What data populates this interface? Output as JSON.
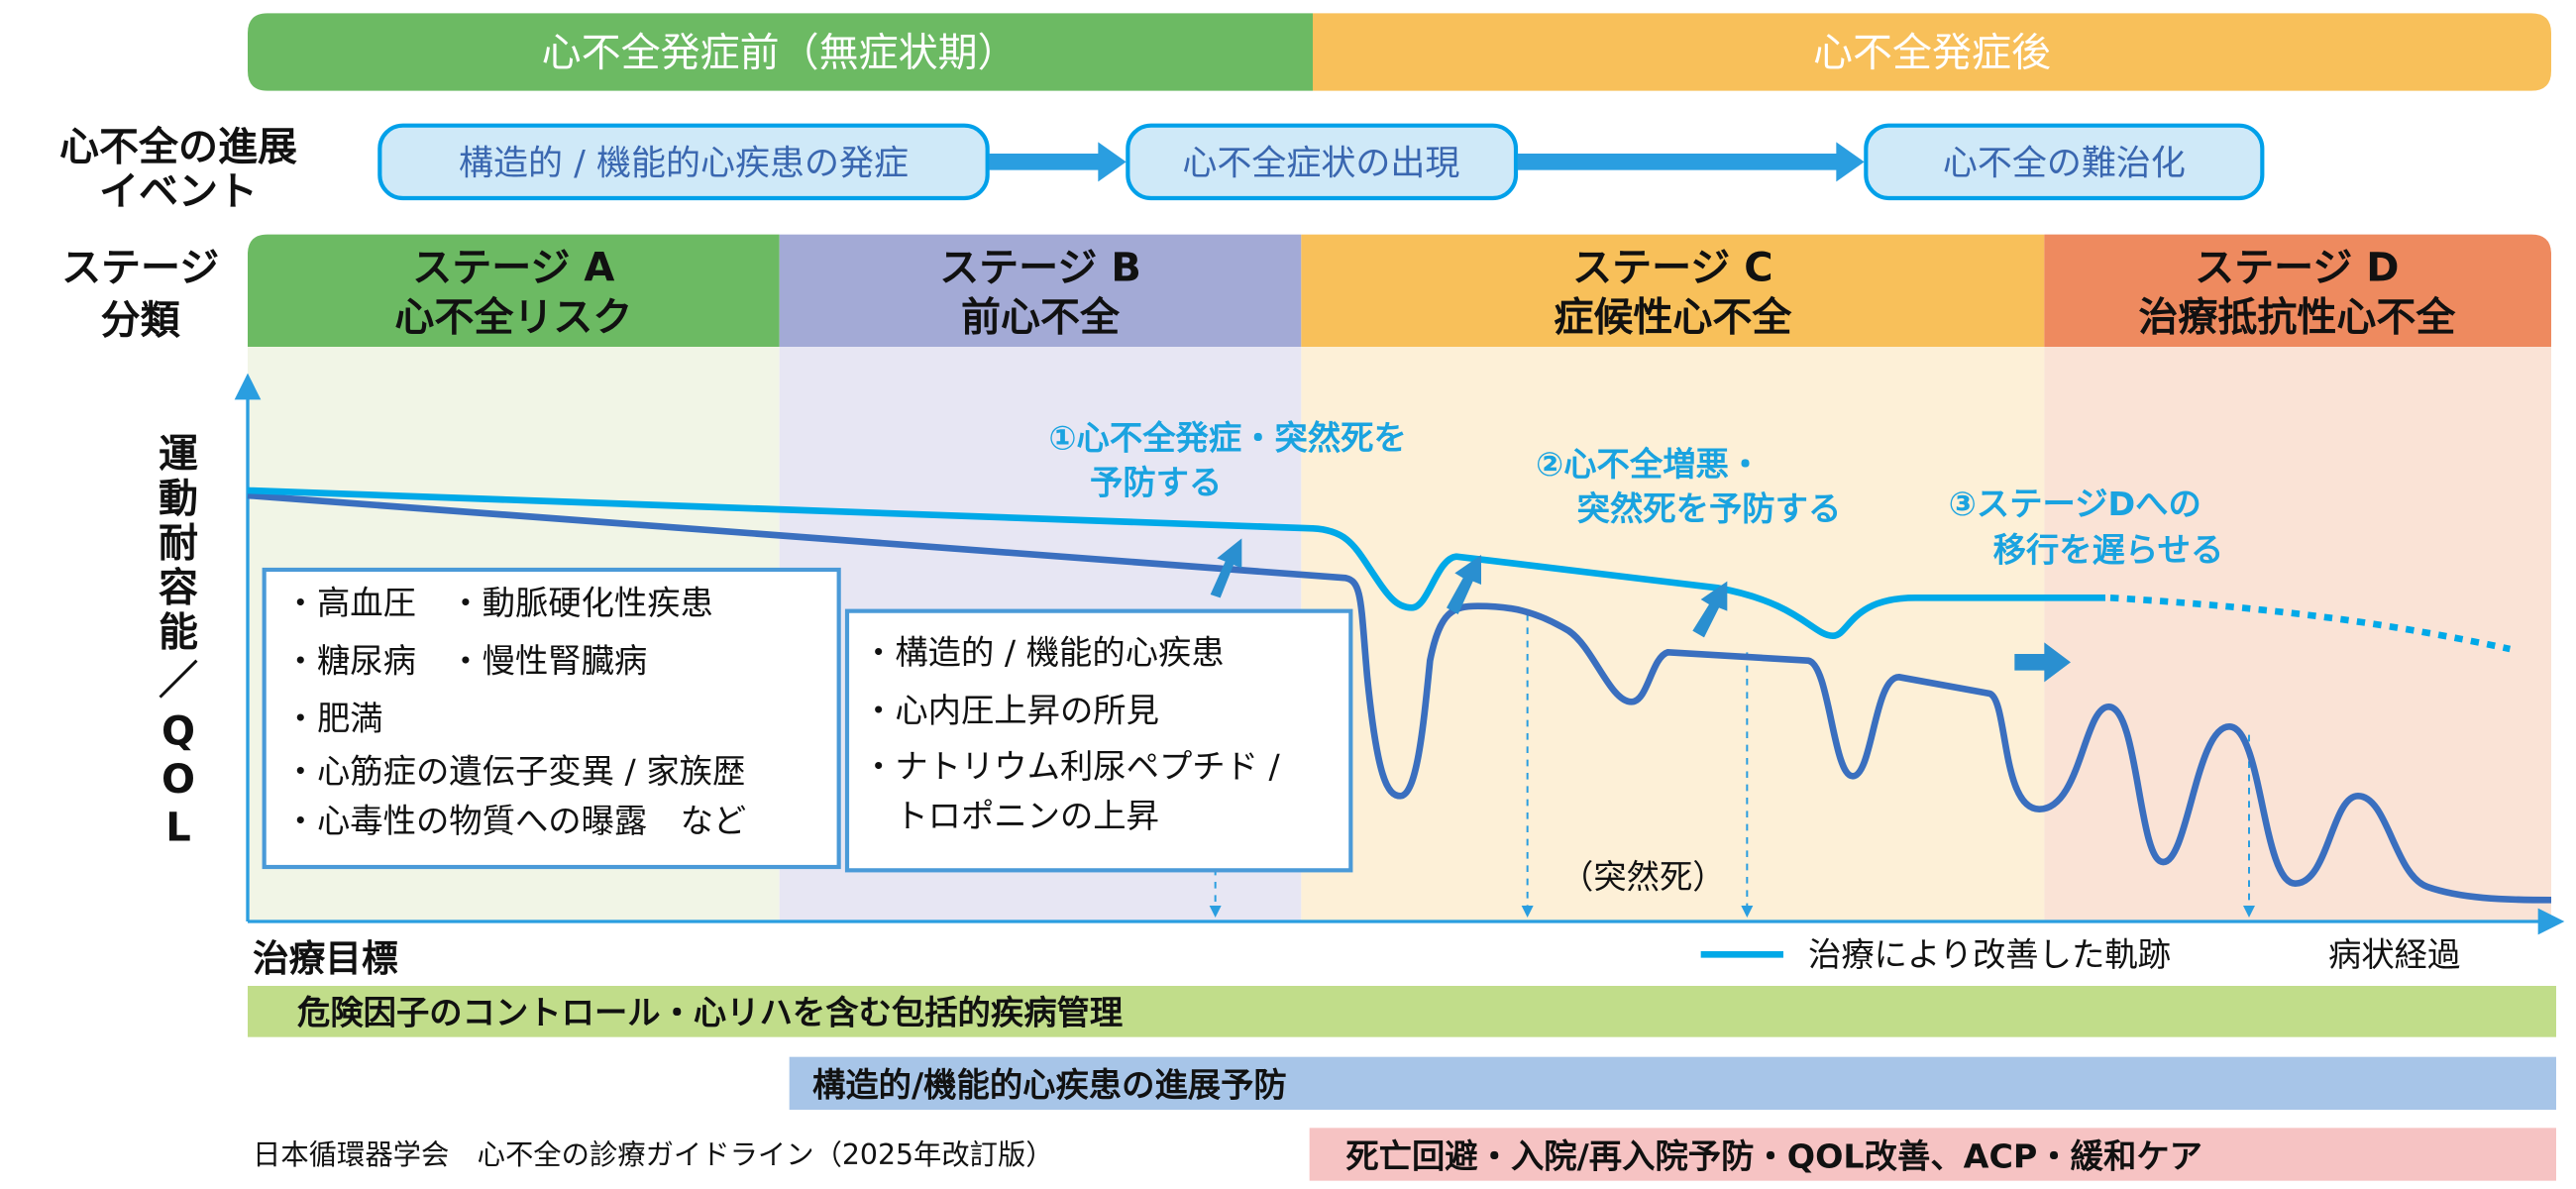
{
  "phases": {
    "before": "心不全発症前（無症状期）",
    "after": "心不全発症後"
  },
  "events": {
    "label_line1": "心不全の進展",
    "label_line2": "イベント",
    "items": [
      "構造的 / 機能的心疾患の発症",
      "心不全症状の出現",
      "心不全の難治化"
    ]
  },
  "stages": {
    "label_line1": "ステージ",
    "label_line2": "分類",
    "items": [
      {
        "title": "ステージ A",
        "name": "心不全リスク",
        "color": "#6cba63"
      },
      {
        "title": "ステージ B",
        "name": "前心不全",
        "color": "#a3aad6"
      },
      {
        "title": "ステージ C",
        "name": "症候性心不全",
        "color": "#f8c05a"
      },
      {
        "title": "ステージ D",
        "name": "治療抵抗性心不全",
        "color": "#ee8a5f"
      }
    ]
  },
  "plot": {
    "y_label": [
      "運",
      "動",
      "耐",
      "容",
      "能",
      "／",
      "Q",
      "O",
      "L"
    ],
    "annotations": [
      [
        "①心不全発症・突然死を",
        "予防する"
      ],
      [
        "②心不全増悪・",
        "突然死を予防する"
      ],
      [
        "③ステージDへの",
        "移行を遅らせる"
      ]
    ],
    "sudden_death": "（突然死）",
    "legend_improved": "治療により改善した軌跡",
    "legend_course": "病状経過",
    "box_a": [
      "・高血圧　・動脈硬化性疾患",
      "・糖尿病　・慢性腎臓病",
      "・肥満",
      "・心筋症の遺伝子変異 / 家族歴",
      "・心毒性の物質への曝露　など"
    ],
    "box_b": [
      "・構造的 / 機能的心疾患",
      "・心内圧上昇の所見",
      "・ナトリウム利尿ペプチド /",
      "　トロポニンの上昇"
    ]
  },
  "goals": {
    "label": "治療目標",
    "items": [
      "危険因子のコントロール・心リハを含む包括的疾病管理",
      "構造的/機能的心疾患の進展予防",
      "死亡回避・入院/再入院予防・QOL改善、ACP・緩和ケア"
    ]
  },
  "footnote": "日本循環器学会　心不全の診療ガイドライン（2025年改訂版）",
  "colors": {
    "cyan": "#00a9e8",
    "dark_blue": "#3a6fbf",
    "green": "#6cba63",
    "orange": "#f8c05a"
  }
}
